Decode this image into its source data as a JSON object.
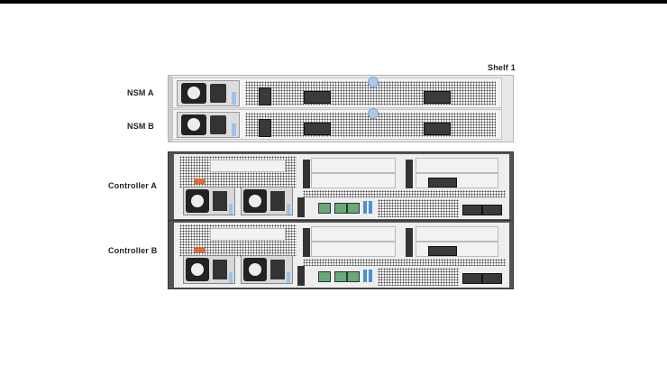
{
  "diagram": {
    "shelf_label": "Shelf 1",
    "modules": [
      {
        "label": "NSM A"
      },
      {
        "label": "NSM B"
      }
    ],
    "controllers": [
      {
        "label": "Controller A"
      },
      {
        "label": "Controller B"
      }
    ],
    "colors": {
      "background": "#ffffff",
      "chassis": "#e8e8e8",
      "controller_frame": "#555555",
      "latch_blue": "#9cc3e6",
      "orange_tab": "#e06a3a"
    }
  }
}
